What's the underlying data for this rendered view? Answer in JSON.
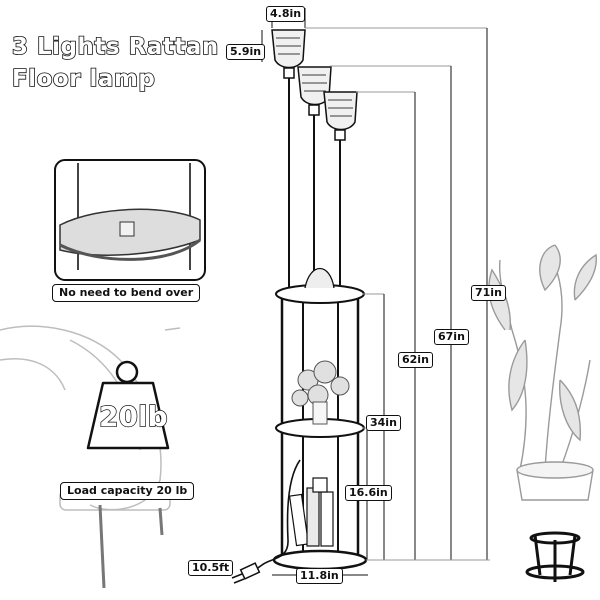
{
  "title": {
    "line1": "3 Lights Rattan",
    "line2": "Floor lamp"
  },
  "callouts": {
    "no_bend": "No need to bend over",
    "load_capacity": "Load capacity 20 lb",
    "weight": "20lb"
  },
  "dimensions": {
    "shade_width": "4.8in",
    "shade_height": "5.9in",
    "total_height": "71in",
    "height_2": "67in",
    "height_3": "62in",
    "upper_shelf": "34in",
    "lower_shelf": "16.6in",
    "base_width": "11.8in",
    "cord_length": "10.5ft"
  }
}
